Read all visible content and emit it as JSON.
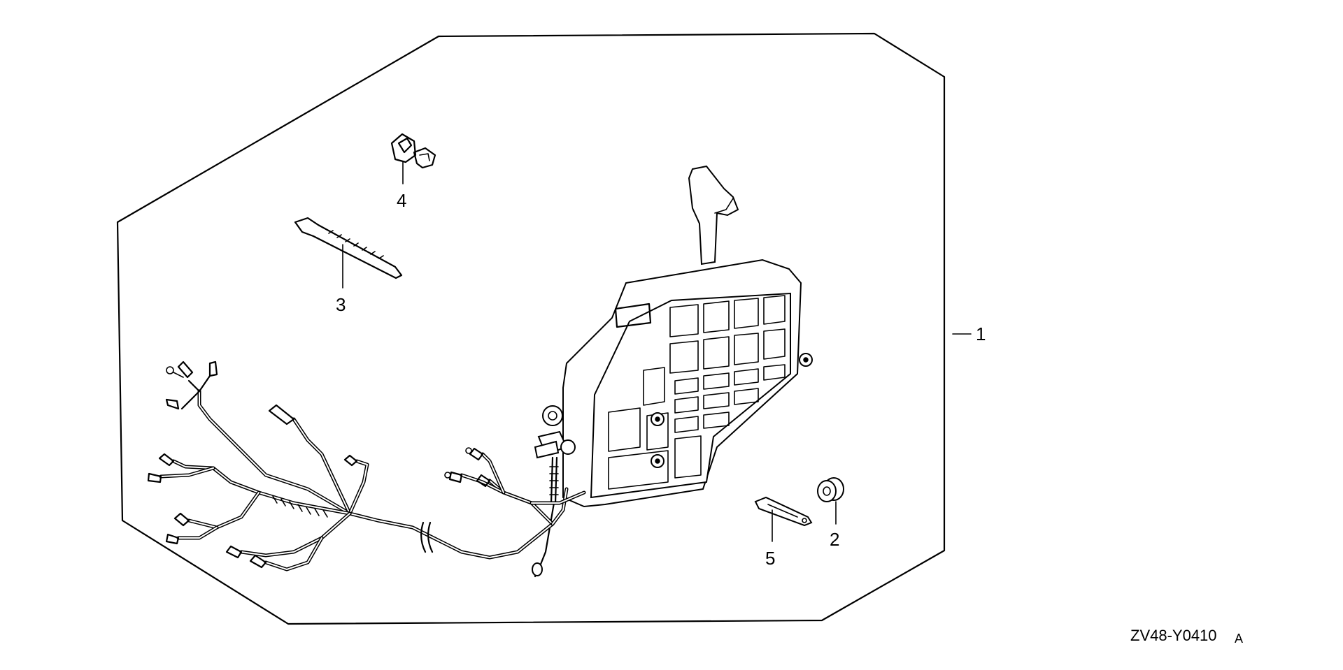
{
  "diagram": {
    "callouts": {
      "part1": "1",
      "part2": "2",
      "part3": "3",
      "part4": "4",
      "part5": "5"
    },
    "drawing_code": "ZV48-Y0410",
    "drawing_revision": "A"
  },
  "icons": [
    "remote-control-box-icon",
    "grommet-icon",
    "cable-tie-icon",
    "clamp-icon",
    "tie-band-icon",
    "wire-harness-icon"
  ]
}
